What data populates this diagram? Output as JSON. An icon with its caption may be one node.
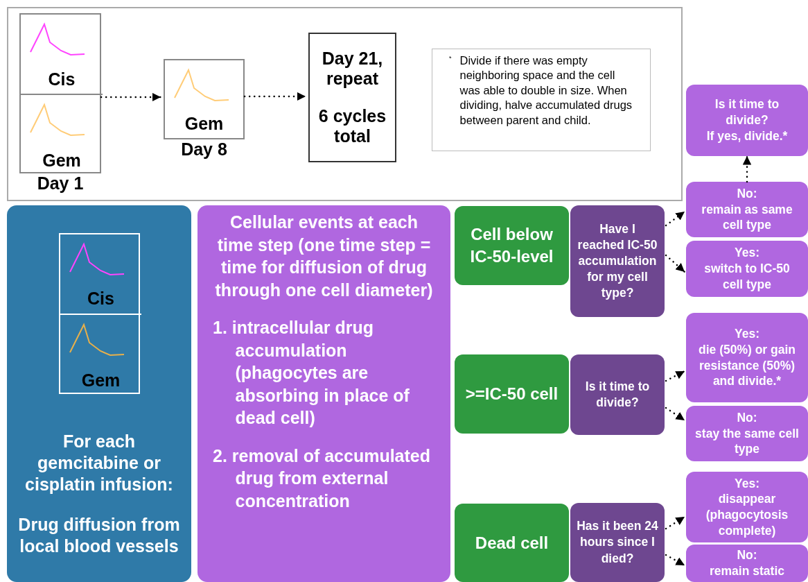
{
  "diagram": {
    "nodes": [
      {
        "text": [],
        "shape": "box"
      },
      {
        "text": [],
        "shape": "box",
        "in": 0,
        "beside": [
          "Day 1"
        ]
      },
      {
        "text": [
          "Cis"
        ],
        "in": 1
      },
      {
        "text": [
          "Gem"
        ],
        "in": 1
      },
      {
        "text": [
          "Gem"
        ],
        "in": 0,
        "beside": [
          "Day 8"
        ]
      },
      {
        "text": [
          "Day 21, repeat",
          "6 cycles total"
        ],
        "in": 0
      },
      {
        "text": [
          "*",
          "Divide if there was empty neighboring space and the cell was able to double in size.  When dividing, halve accumulated drugs between parent and child."
        ],
        "in": 0
      },
      {
        "text": [
          "For each gemcitabine or cisplatin infusion:",
          "Drug diffusion from local blood vessels"
        ]
      },
      {
        "text": [],
        "shape": "box",
        "in": 7
      },
      {
        "text": [
          "Cis"
        ],
        "in": 8
      },
      {
        "text": [
          "Gem"
        ],
        "in": 8
      },
      {
        "text": [
          "Cellular events at each time step (one time step = time for diffusion of drug through one cell diameter)",
          "1.  intracellular drug accumulation (phagocytes are absorbing in place of dead cell)",
          "2.  removal of accumulated drug from external concentration"
        ]
      },
      {
        "text": [
          "Cell below IC-50-level"
        ]
      },
      {
        "text": [
          "Have I reached IC-50 accumulation for my cell type?"
        ]
      },
      {
        "text": [
          "Is it time to divide?",
          "If yes, divide.*"
        ]
      },
      {
        "text": [
          "No:",
          "remain as same cell type"
        ]
      },
      {
        "text": [
          "Yes:",
          "switch to IC-50 cell type"
        ]
      },
      {
        "text": [
          ">=IC-50 cell"
        ]
      },
      {
        "text": [
          "Is it time to divide?"
        ]
      },
      {
        "text": [
          "Yes:",
          "die (50%) or gain resistance (50%) and divide.*"
        ]
      },
      {
        "text": [
          "No:",
          "stay the same cell type"
        ]
      },
      {
        "text": [
          "Dead cell"
        ]
      },
      {
        "text": [
          "Has it been 24 hours since I died?"
        ]
      },
      {
        "text": [
          "Yes:",
          "disappear (phagocytosis complete)"
        ]
      },
      {
        "text": [
          "No:",
          "remain static"
        ]
      }
    ],
    "edges": [
      {
        "from": 1,
        "to": 4,
        "arrow": "to"
      },
      {
        "from": 4,
        "to": 5,
        "arrow": "to"
      },
      {
        "from": 13,
        "to": 15,
        "arrow": "to"
      },
      {
        "from": 13,
        "to": 16,
        "arrow": "to"
      },
      {
        "from": 15,
        "to": 14,
        "arrow": "to"
      },
      {
        "from": 18,
        "to": 19,
        "arrow": "to"
      },
      {
        "from": 18,
        "to": 20,
        "arrow": "to"
      },
      {
        "from": 22,
        "to": 23,
        "arrow": "to"
      },
      {
        "from": 22,
        "to": 24,
        "arrow": "to"
      }
    ]
  }
}
